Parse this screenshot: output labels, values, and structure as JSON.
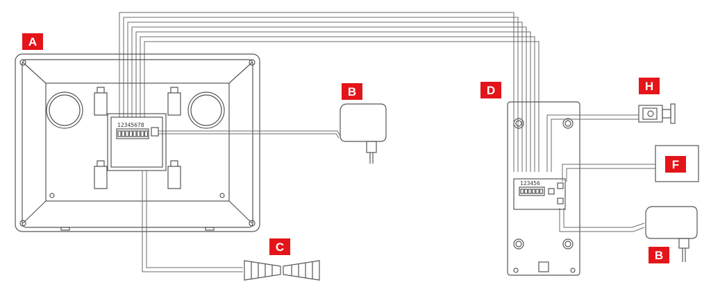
{
  "labels": {
    "a": "A",
    "b_top": "B",
    "b_bottom": "B",
    "c": "C",
    "d": "D",
    "f": "F",
    "h": "H"
  },
  "terminals": {
    "monitor": "12345678",
    "door_panel": "123456"
  },
  "colors": {
    "label_bg": "#e3151a",
    "label_text": "#ffffff",
    "line": "#555555"
  }
}
